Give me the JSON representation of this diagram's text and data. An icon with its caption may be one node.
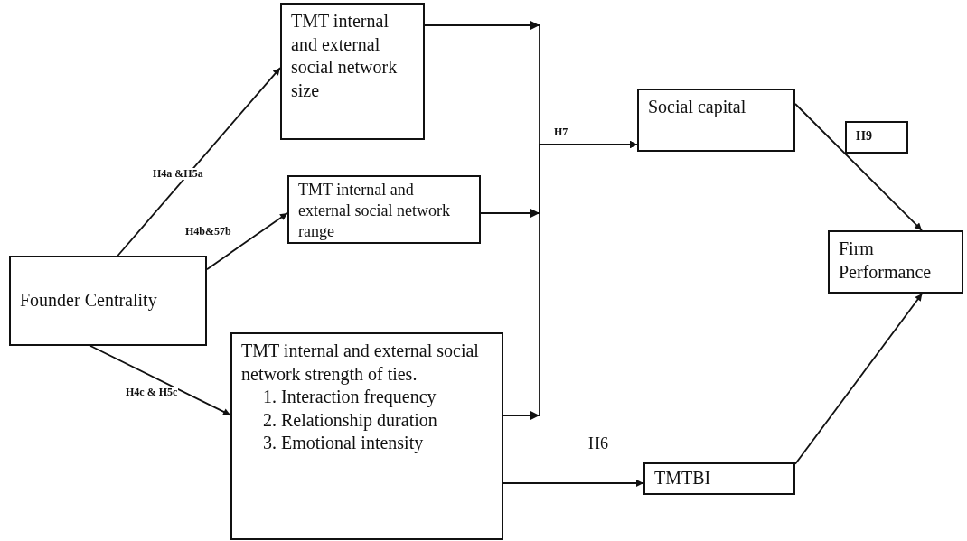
{
  "diagram": {
    "nodes": [
      {
        "text": [
          "TMT internal and external social network size"
        ]
      },
      {
        "text": [
          "TMT internal and external social network range"
        ]
      },
      {
        "text": [
          "Founder Centrality"
        ]
      },
      {
        "text": [
          "TMT internal and external social network strength of ties.",
          "1. Interaction frequency",
          "2. Relationship duration",
          "3. Emotional intensity"
        ]
      },
      {
        "text": [
          "Social capital"
        ]
      },
      {
        "text": [
          "H9"
        ]
      },
      {
        "text": [
          "Firm Performance"
        ]
      },
      {
        "text": [
          "TMTBI"
        ]
      }
    ],
    "edges": [
      {
        "from": 2,
        "to": 0,
        "arrow": "to",
        "label": "H4a &H5a"
      },
      {
        "from": 2,
        "to": 1,
        "arrow": "to",
        "label": "H4b&57b"
      },
      {
        "from": 2,
        "to": 3,
        "arrow": "to",
        "label": "H4c & H5c"
      },
      {
        "from": 0,
        "to": 4,
        "arrow": "to",
        "label": "H7"
      },
      {
        "from": 1,
        "to": 4,
        "arrow": "to"
      },
      {
        "from": 3,
        "to": 4,
        "arrow": "to"
      },
      {
        "from": 3,
        "to": 7,
        "arrow": "to",
        "label": "H6"
      },
      {
        "from": 4,
        "to": 6,
        "arrow": "to"
      },
      {
        "from": 7,
        "to": 6,
        "arrow": "to"
      }
    ]
  }
}
